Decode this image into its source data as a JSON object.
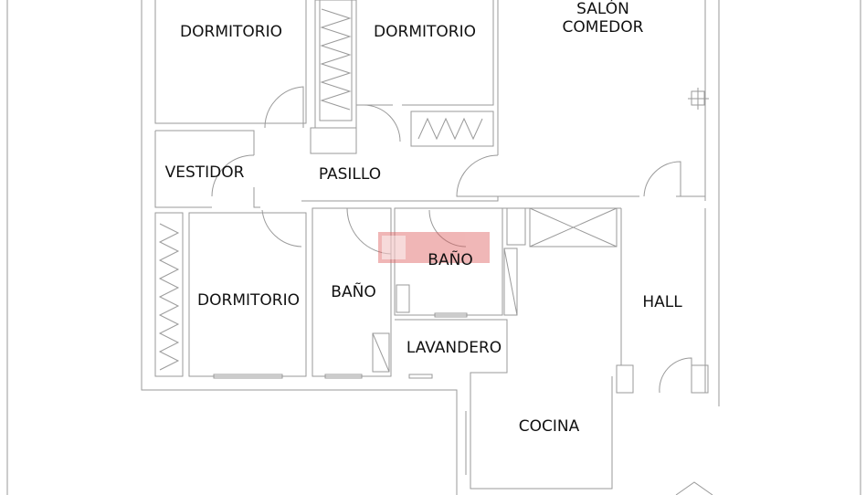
{
  "title": "Plano de vivienda",
  "rooms": {
    "dormitorio_1": "DORMITORIO",
    "dormitorio_2": "DORMITORIO",
    "salon_line1": "SALÓN",
    "salon_line2": "COMEDOR",
    "vestidor": "VESTIDOR",
    "pasillo": "PASILLO",
    "bano_1": "BAÑO",
    "bano_2": "BAÑO",
    "dormitorio_3": "DORMITORIO",
    "hall": "HALL",
    "lavandero": "LAVANDERO",
    "cocina": "COCINA"
  },
  "colors": {
    "line": "#9a9a9a",
    "watermark": "#d65a5a"
  }
}
